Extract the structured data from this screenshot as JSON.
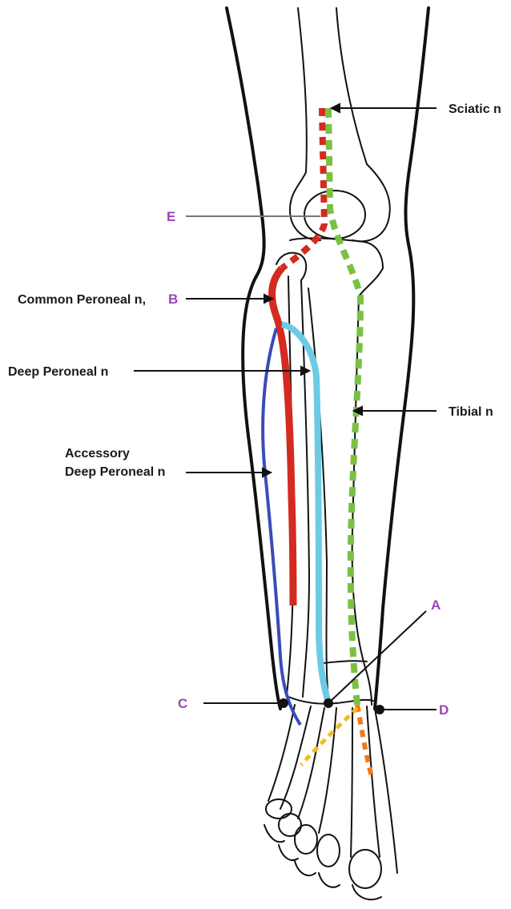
{
  "labels": {
    "sciatic": "Sciatic n",
    "common_peroneal": "Common Peroneal n,",
    "common_peroneal_letter": "B",
    "deep_peroneal": "Deep Peroneal n",
    "tibial": "Tibial n",
    "accessory_line1": "Accessory",
    "accessory_line2": "Deep Peroneal n",
    "letter_e": "E",
    "letter_a": "A",
    "letter_c": "C",
    "letter_d": "D"
  },
  "colors": {
    "sciatic_red": "#d42a20",
    "tibial_green": "#7ac143",
    "deep_peroneal_cyan": "#6ccbe3",
    "accessory_blue": "#3b4bb8",
    "orange": "#f07a1a",
    "yellow": "#f6b81c",
    "letter_purple": "#9b45b8",
    "outline": "#111111"
  }
}
